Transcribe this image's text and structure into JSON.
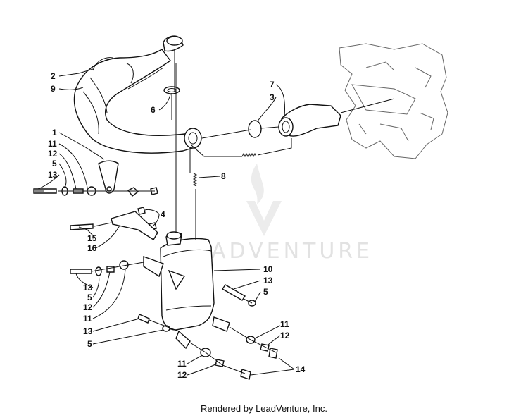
{
  "diagram": {
    "watermark": "ADVENTURE",
    "footer": "Rendered by LeadVenture, Inc.",
    "callouts": [
      {
        "id": "c2",
        "text": "2"
      },
      {
        "id": "c9",
        "text": "9"
      },
      {
        "id": "c6",
        "text": "6"
      },
      {
        "id": "c7",
        "text": "7"
      },
      {
        "id": "c3",
        "text": "3"
      },
      {
        "id": "c1",
        "text": "1"
      },
      {
        "id": "c11a",
        "text": "11"
      },
      {
        "id": "c12a",
        "text": "12"
      },
      {
        "id": "c5a",
        "text": "5"
      },
      {
        "id": "c13a",
        "text": "13"
      },
      {
        "id": "c8",
        "text": "8"
      },
      {
        "id": "c4",
        "text": "4"
      },
      {
        "id": "c15",
        "text": "15"
      },
      {
        "id": "c16",
        "text": "16"
      },
      {
        "id": "c10",
        "text": "10"
      },
      {
        "id": "c13b",
        "text": "13"
      },
      {
        "id": "c5b",
        "text": "5"
      },
      {
        "id": "c13c",
        "text": "13"
      },
      {
        "id": "c5c",
        "text": "5"
      },
      {
        "id": "c12b",
        "text": "12"
      },
      {
        "id": "c11b",
        "text": "11"
      },
      {
        "id": "c13d",
        "text": "13"
      },
      {
        "id": "c5d",
        "text": "5"
      },
      {
        "id": "c11c",
        "text": "11"
      },
      {
        "id": "c12c",
        "text": "12"
      },
      {
        "id": "c11d",
        "text": "11"
      },
      {
        "id": "c12d",
        "text": "12"
      },
      {
        "id": "c14",
        "text": "14"
      }
    ]
  }
}
